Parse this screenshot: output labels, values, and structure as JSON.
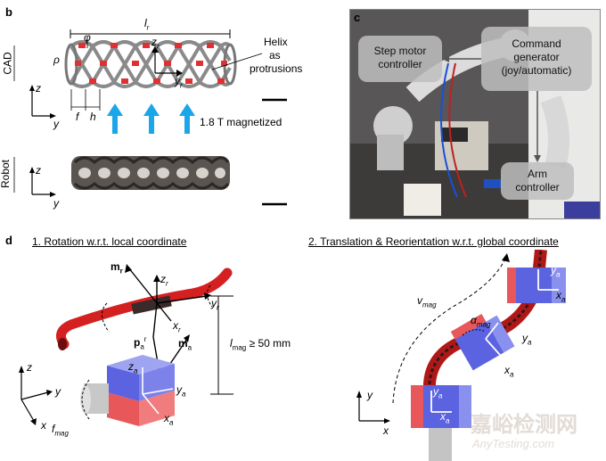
{
  "panels": {
    "b": {
      "letter": "b",
      "labels": {
        "lr": "l",
        "lr_sub": "r",
        "phi": "φ",
        "zr": "z",
        "zr_sub": "r",
        "rho": "ρ",
        "yr": "y",
        "yr_sub": "r",
        "f": "f",
        "h": "h",
        "helix": [
          "Helix",
          "as",
          "protrusions"
        ],
        "magnetized": "1.8 T magnetized",
        "cad": "CAD",
        "robot": "Robot",
        "z": "z",
        "y": "y"
      }
    },
    "c": {
      "letter": "c",
      "boxes": {
        "step_motor": [
          "Step motor",
          "controller"
        ],
        "command": [
          "Command",
          "generator",
          "(joy/automatic)"
        ],
        "arm": [
          "Arm",
          "controller"
        ]
      }
    },
    "d": {
      "letter": "d",
      "sub1_title": "1. Rotation w.r.t. local coordinate",
      "sub2_title": "2. Translation & Reorientation w.r.t. global coordinate",
      "labels": {
        "mr": "m",
        "mr_sub": "r",
        "zr": "z",
        "zr_sub": "r",
        "yr": "y",
        "yr_sub": "r",
        "xr": "x",
        "xr_sub": "r",
        "par": "p",
        "par_sub": "a",
        "par_sup": "r",
        "ma": "m",
        "ma_sub": "a",
        "lmag": "l",
        "lmag_sub": "mag",
        "lmag_val": " ≥ 50 mm",
        "za": "z",
        "za_sub": "a",
        "ya": "y",
        "ya_sub": "a",
        "xa": "x",
        "xa_sub": "a",
        "z": "z",
        "y": "y",
        "x": "x",
        "fmag": "f",
        "fmag_sub": "mag",
        "vmag": "v",
        "vmag_sub": "mag",
        "amag": "α",
        "amag_sub": "mag"
      }
    }
  },
  "watermark": {
    "cn": "嘉峪检测网",
    "en": "AnyTesting.com"
  },
  "colors": {
    "magnet_red": "#e8575a",
    "magnet_blue": "#5b63e0",
    "arrow_cyan": "#1aa6e8",
    "robot_red": "#d42020"
  }
}
